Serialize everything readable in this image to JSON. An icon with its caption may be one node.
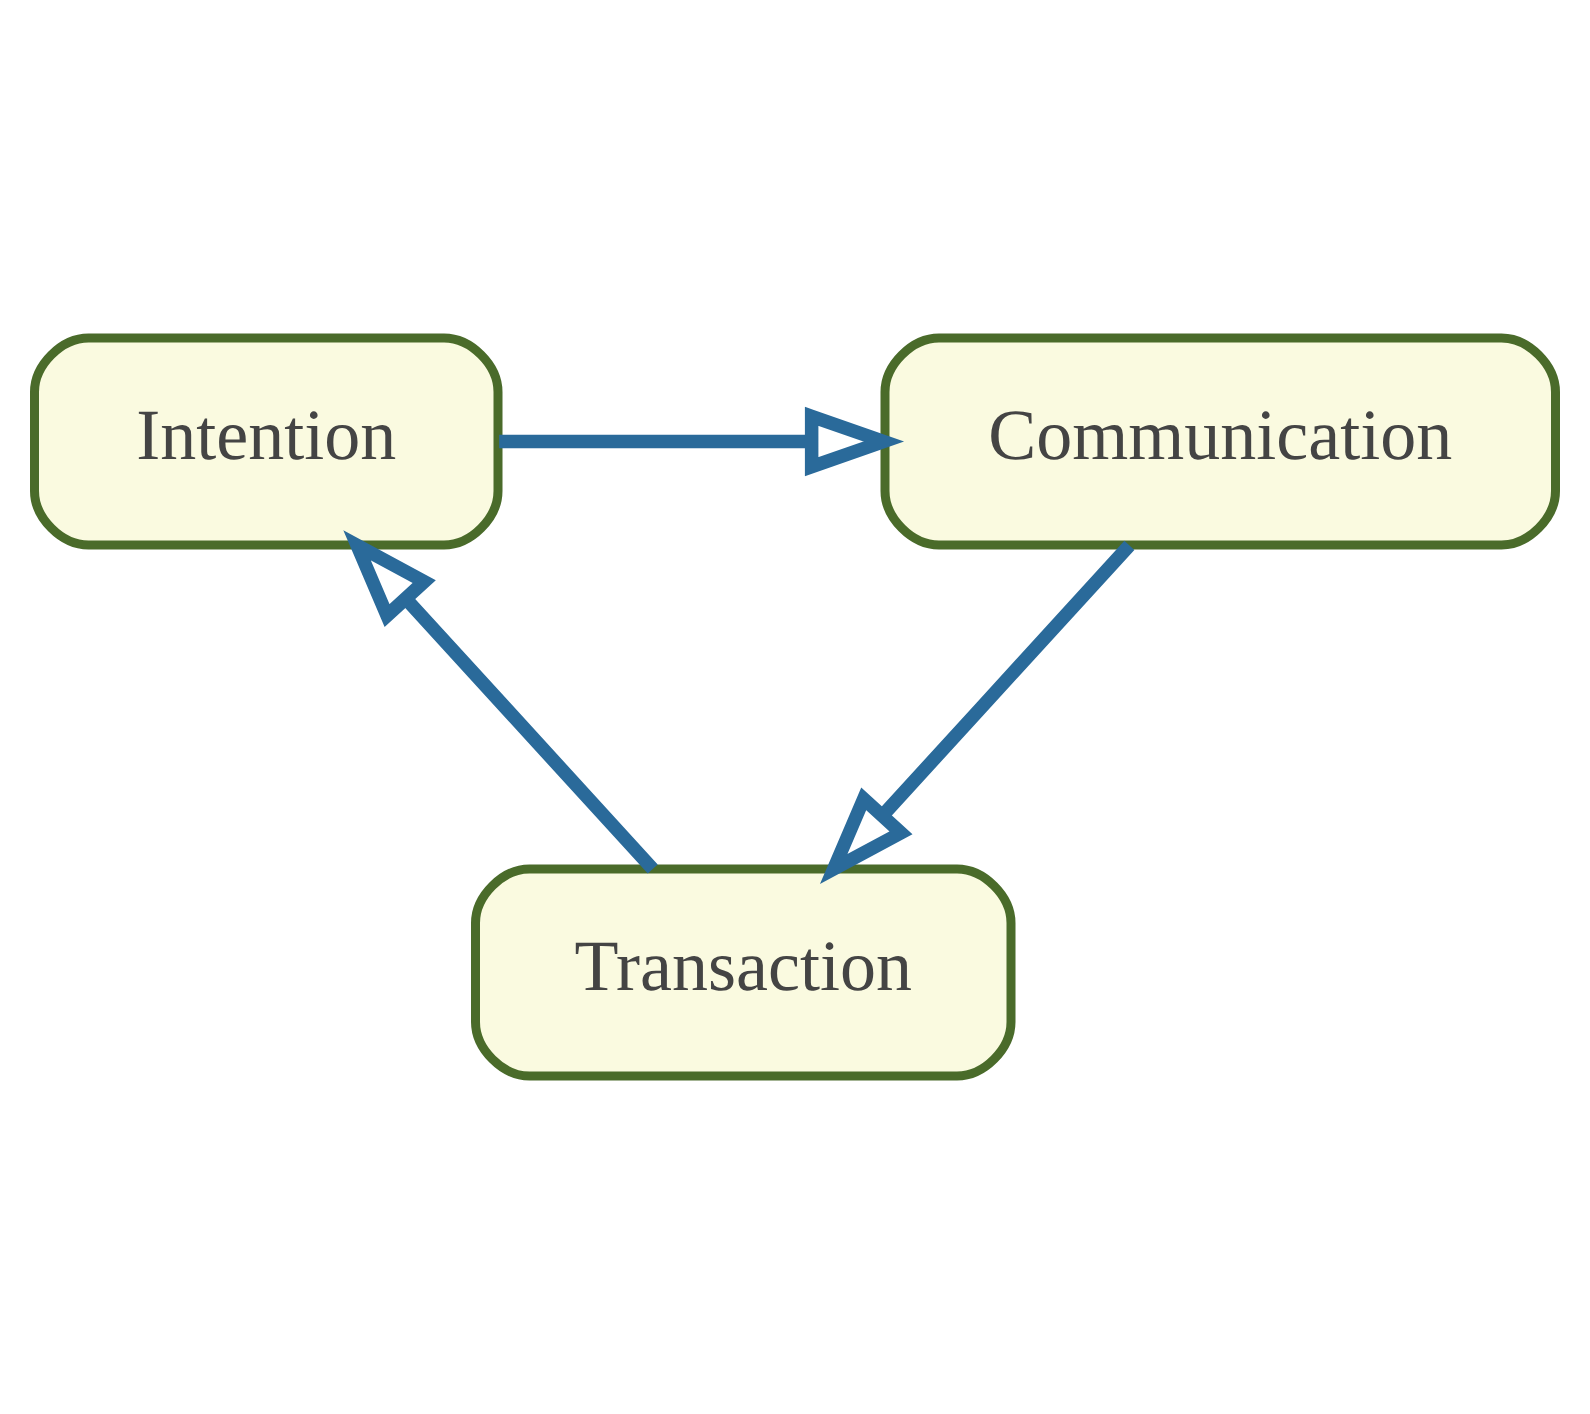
{
  "diagram": {
    "nodes": [
      {
        "text": [
          "Intention"
        ]
      },
      {
        "text": [
          "Communication"
        ]
      },
      {
        "text": [
          "Transaction"
        ]
      }
    ],
    "edges": [
      {
        "from": 0,
        "to": 1,
        "arrow": "to"
      },
      {
        "from": 1,
        "to": 2,
        "arrow": "to"
      },
      {
        "from": 2,
        "to": 0,
        "arrow": "to"
      }
    ]
  }
}
